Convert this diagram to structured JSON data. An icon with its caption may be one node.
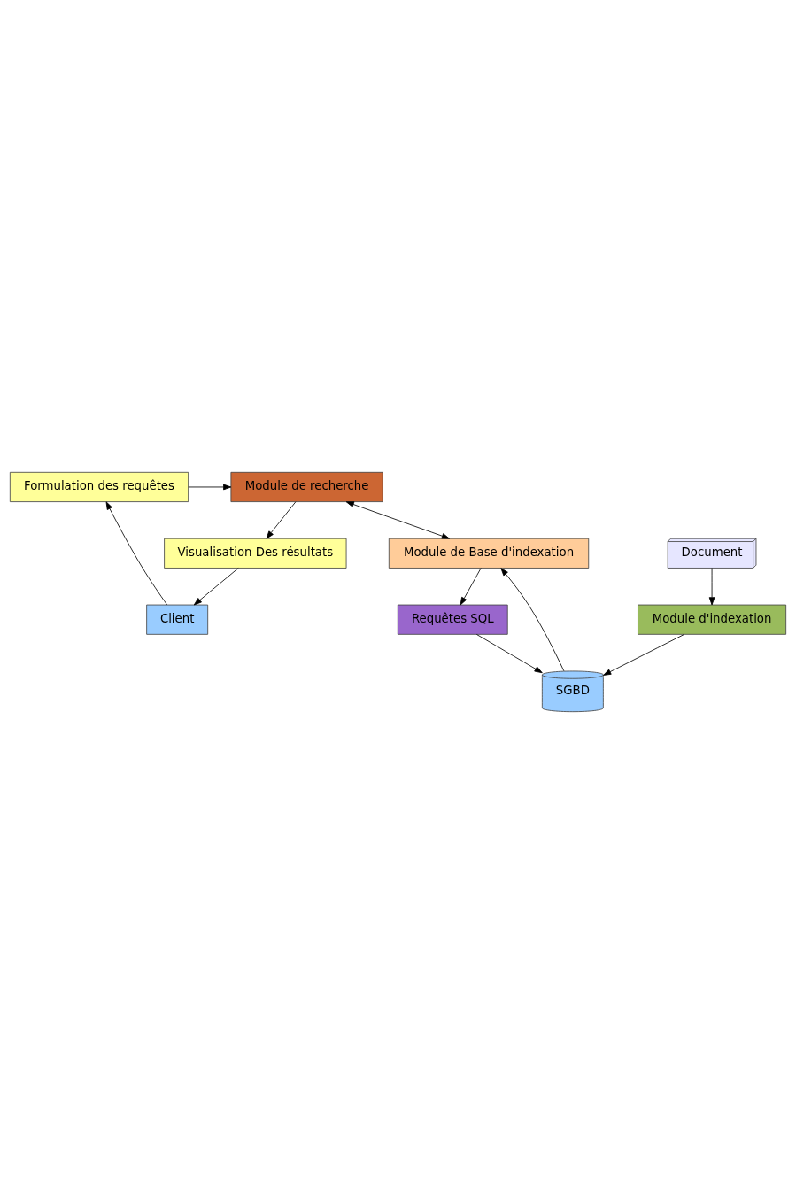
{
  "diagram": {
    "nodes": [
      {
        "text": [
          "Formulation des requêtes"
        ]
      },
      {
        "text": [
          "Module de recherche"
        ]
      },
      {
        "text": [
          "Client"
        ]
      },
      {
        "text": [
          "Visualisation Des résultats"
        ]
      },
      {
        "text": [
          "Module de Base d'indexation"
        ]
      },
      {
        "text": [
          "Requêtes SQL"
        ]
      },
      {
        "text": [
          "SGBD"
        ]
      },
      {
        "text": [
          "Module d'indexation"
        ]
      },
      {
        "text": [
          "Document"
        ]
      }
    ],
    "edges": [
      {
        "from": 2,
        "to": 0,
        "arrow": "to"
      },
      {
        "from": 0,
        "to": 1,
        "arrow": "to"
      },
      {
        "from": 1,
        "to": 3,
        "arrow": "to"
      },
      {
        "from": 3,
        "to": 2,
        "arrow": "to"
      },
      {
        "from": 1,
        "to": 4,
        "arrow": "both"
      },
      {
        "from": 6,
        "to": 4,
        "arrow": "to"
      },
      {
        "from": 4,
        "to": 5,
        "arrow": "to"
      },
      {
        "from": 5,
        "to": 6,
        "arrow": "to"
      },
      {
        "from": 7,
        "to": 6,
        "arrow": "to"
      },
      {
        "from": 8,
        "to": 7,
        "arrow": "to"
      }
    ]
  }
}
